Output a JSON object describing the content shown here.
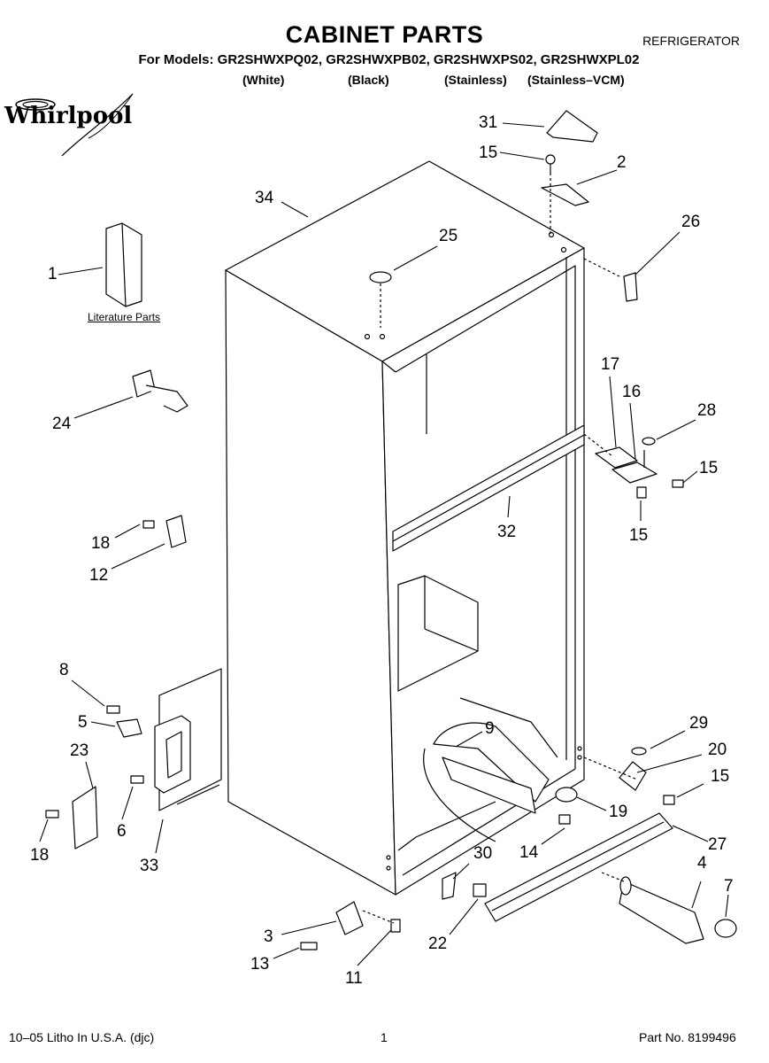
{
  "header": {
    "title": "CABINET PARTS",
    "category": "REFRIGERATOR",
    "models_line": "For Models: GR2SHWXPQ02, GR2SHWXPB02, GR2SHWXPS02, GR2SHWXPL02",
    "variants": [
      "(White)",
      "(Black)",
      "(Stainless)",
      "(Stainless–VCM)"
    ]
  },
  "brand": {
    "logo_text": "Whirlpool"
  },
  "literature_label": "Literature Parts",
  "callouts": [
    {
      "id": "c31",
      "label": "31"
    },
    {
      "id": "c15a",
      "label": "15"
    },
    {
      "id": "c2",
      "label": "2"
    },
    {
      "id": "c34",
      "label": "34"
    },
    {
      "id": "c25",
      "label": "25"
    },
    {
      "id": "c26",
      "label": "26"
    },
    {
      "id": "c1",
      "label": "1"
    },
    {
      "id": "c17",
      "label": "17"
    },
    {
      "id": "c16",
      "label": "16"
    },
    {
      "id": "c28",
      "label": "28"
    },
    {
      "id": "c24",
      "label": "24"
    },
    {
      "id": "c15b",
      "label": "15"
    },
    {
      "id": "c32",
      "label": "32"
    },
    {
      "id": "c15c",
      "label": "15"
    },
    {
      "id": "c18a",
      "label": "18"
    },
    {
      "id": "c12",
      "label": "12"
    },
    {
      "id": "c8",
      "label": "8"
    },
    {
      "id": "c5",
      "label": "5"
    },
    {
      "id": "c23",
      "label": "23"
    },
    {
      "id": "c9",
      "label": "9"
    },
    {
      "id": "c29",
      "label": "29"
    },
    {
      "id": "c20",
      "label": "20"
    },
    {
      "id": "c15d",
      "label": "15"
    },
    {
      "id": "c6",
      "label": "6"
    },
    {
      "id": "c18b",
      "label": "18"
    },
    {
      "id": "c33",
      "label": "33"
    },
    {
      "id": "c19",
      "label": "19"
    },
    {
      "id": "c14",
      "label": "14"
    },
    {
      "id": "c30",
      "label": "30"
    },
    {
      "id": "c27",
      "label": "27"
    },
    {
      "id": "c4",
      "label": "4"
    },
    {
      "id": "c7",
      "label": "7"
    },
    {
      "id": "c3",
      "label": "3"
    },
    {
      "id": "c22",
      "label": "22"
    },
    {
      "id": "c13",
      "label": "13"
    },
    {
      "id": "c11",
      "label": "11"
    }
  ],
  "footer": {
    "left": "10–05 Litho In U.S.A. (djc)",
    "page": "1",
    "part_no": "Part No. 8199496"
  }
}
